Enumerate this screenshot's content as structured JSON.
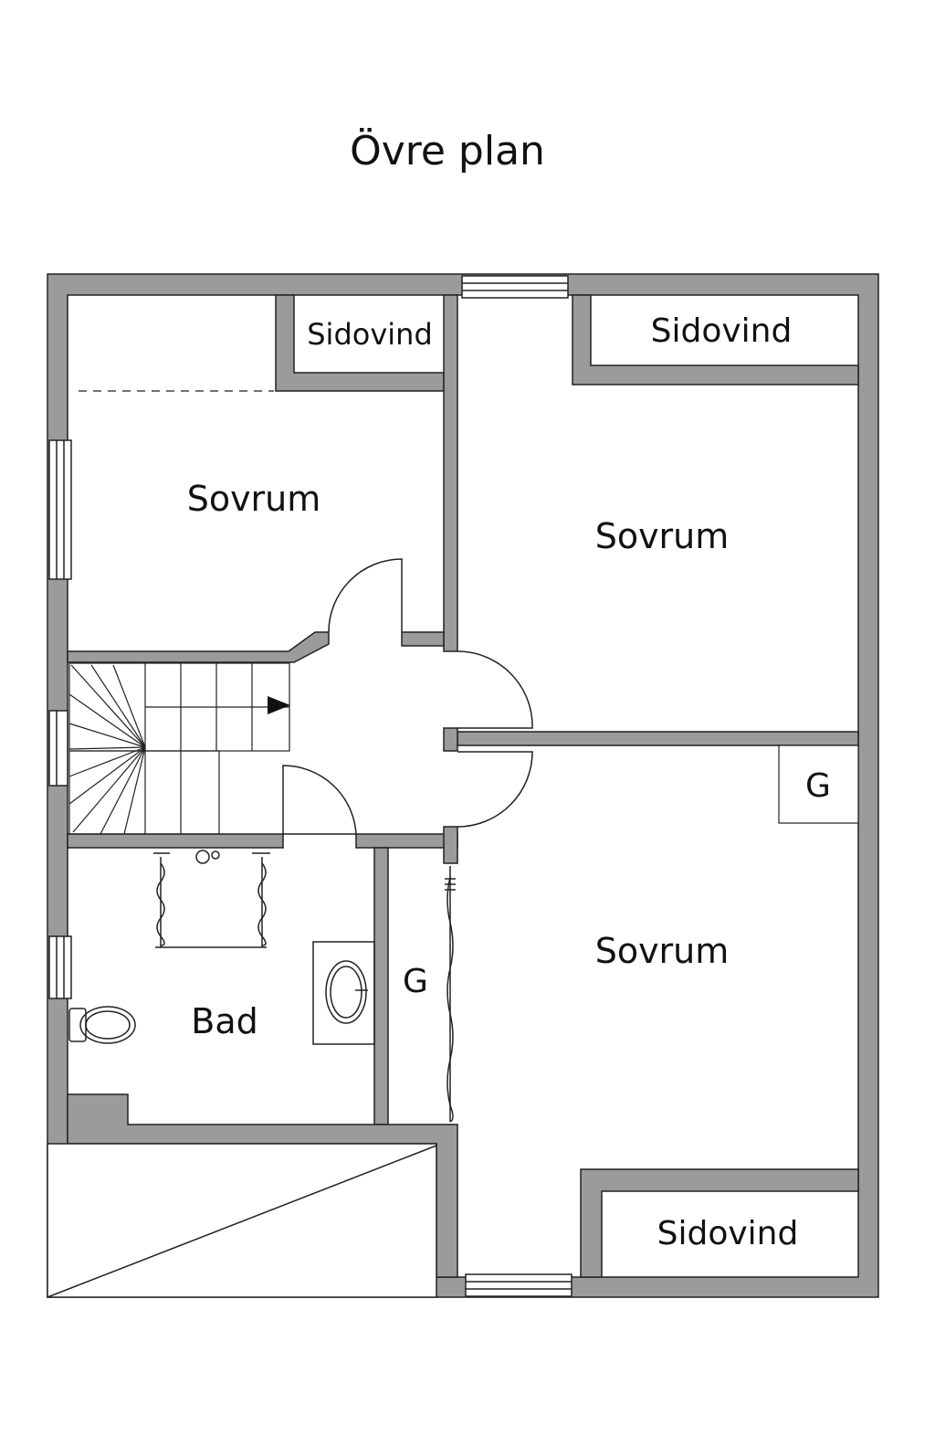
{
  "title": "Övre plan",
  "colors": {
    "wall": "#9b9b9b",
    "line": "#222222",
    "background": "#ffffff"
  },
  "rooms": [
    {
      "id": "sidovind-top-left",
      "label": "Sidovind"
    },
    {
      "id": "sidovind-top-right",
      "label": "Sidovind"
    },
    {
      "id": "sovrum-left",
      "label": "Sovrum"
    },
    {
      "id": "sovrum-right-top",
      "label": "Sovrum"
    },
    {
      "id": "garderob-right",
      "label": "G"
    },
    {
      "id": "garderob-middle",
      "label": "G"
    },
    {
      "id": "sovrum-right-bottom",
      "label": "Sovrum"
    },
    {
      "id": "bad",
      "label": "Bad"
    },
    {
      "id": "sidovind-bottom-right",
      "label": "Sidovind"
    }
  ]
}
